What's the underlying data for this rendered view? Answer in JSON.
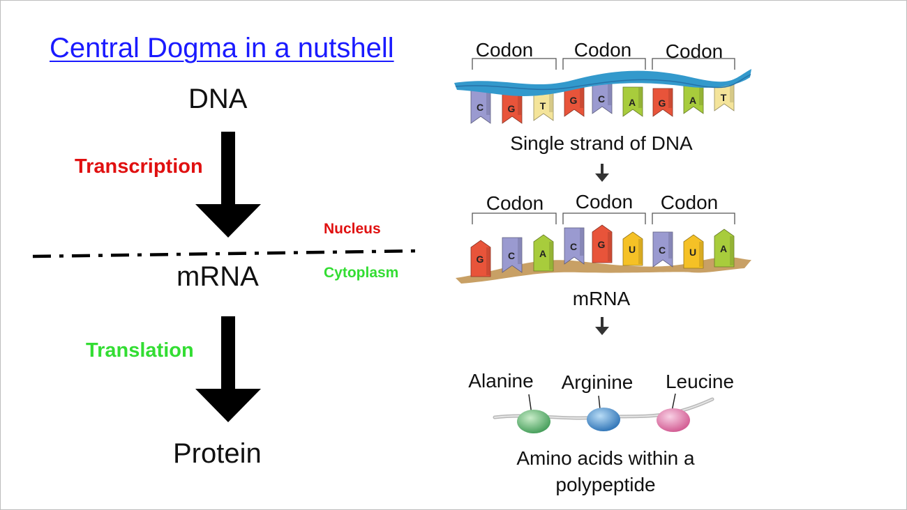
{
  "title": "Central Dogma in a nutshell",
  "flow": {
    "dna": "DNA",
    "mrna": "mRNA",
    "protein": "Protein",
    "transcription": "Transcription",
    "translation": "Translation",
    "nucleus": "Nucleus",
    "cytoplasm": "Cytoplasm"
  },
  "colors": {
    "title": "#1a1aff",
    "transcription": "#e01010",
    "nucleus": "#e01010",
    "translation": "#33dd33",
    "cytoplasm": "#33dd33",
    "dna_backbone": "#3399cc",
    "mrna_backbone": "#c8a065",
    "base_C": "#9a9ad0",
    "base_G": "#e8543a",
    "base_T": "#f4e49a",
    "base_A": "#a8cc3c",
    "base_U": "#f5c126",
    "alanine": "#5aaa66",
    "arginine": "#3a86c8",
    "leucine": "#e276a6"
  },
  "dna_strand": {
    "codon_labels": [
      "Codon",
      "Codon",
      "Codon"
    ],
    "bases": [
      "C",
      "G",
      "T",
      "G",
      "C",
      "A",
      "G",
      "A",
      "T"
    ],
    "caption": "Single strand of DNA"
  },
  "mrna_strand": {
    "codon_labels": [
      "Codon",
      "Codon",
      "Codon"
    ],
    "bases": [
      "G",
      "C",
      "A",
      "C",
      "G",
      "U",
      "C",
      "U",
      "A"
    ],
    "caption": "mRNA"
  },
  "amino_acids": {
    "names": [
      "Alanine",
      "Arginine",
      "Leucine"
    ],
    "caption_line1": "Amino acids within a",
    "caption_line2": "polypeptide"
  }
}
